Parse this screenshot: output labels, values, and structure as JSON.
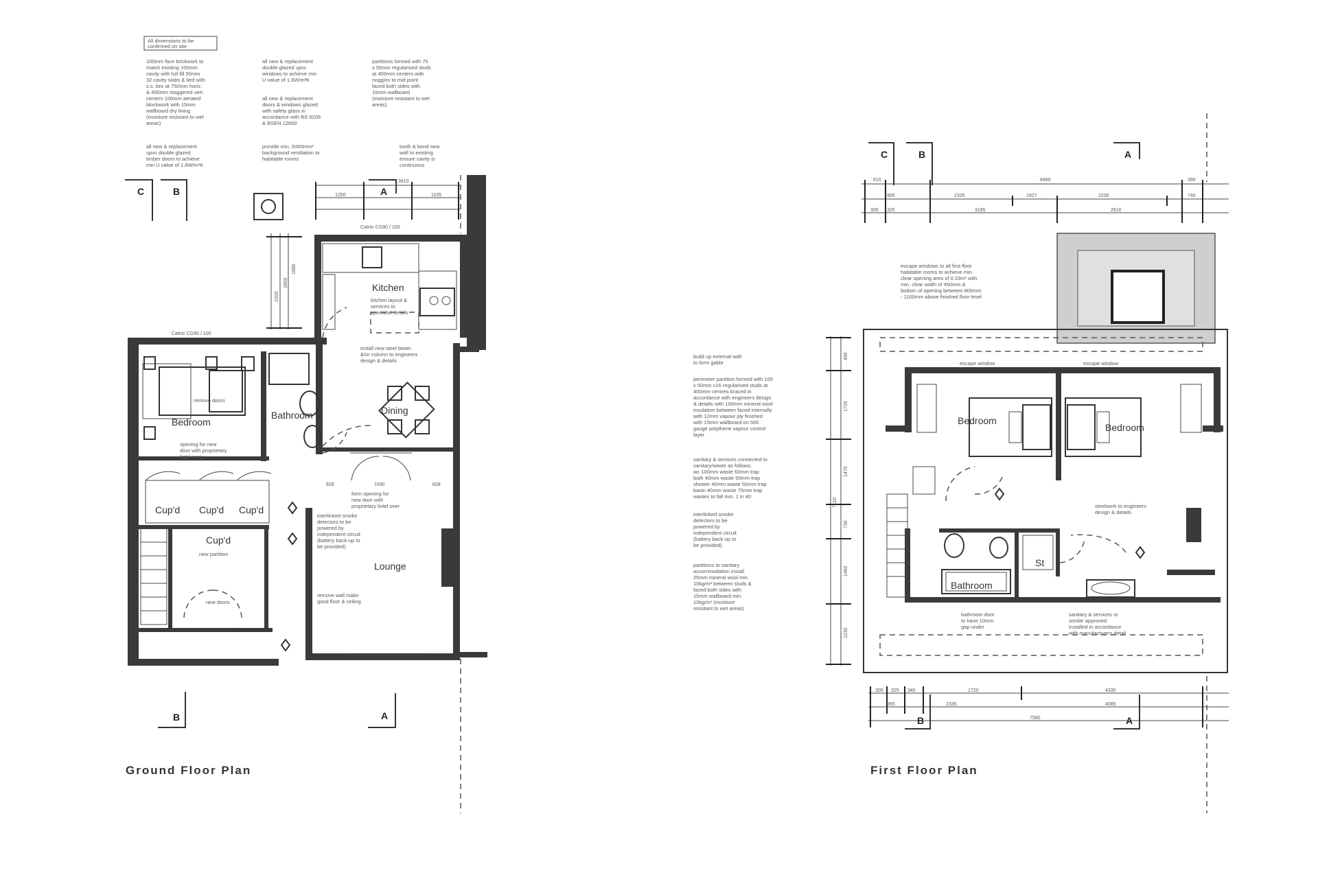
{
  "ground": {
    "title": "Ground Floor Plan",
    "notes": {
      "dimensions_box": [
        "All dimensions to be",
        "confirmed on site"
      ],
      "note1": [
        "100mm face brickwork to",
        "match existing 100mm",
        "cavity with full fill 50mm",
        "32 cavity slabs & tied with",
        "s.s. ties at 750mm horiz.",
        "& 450mm staggered vert.",
        "centers 100mm aerated",
        "blockwork with 15mm",
        "wallboard dry lining",
        "(moisture resistant to wet",
        "areas)"
      ],
      "note2": [
        "all new & replacement",
        "upvc double glazed",
        "timber doors to achieve",
        "min U value of 1.8W/m²K"
      ],
      "note3": [
        "all new & replacement",
        "double glazed upvc",
        "windows to achieve min",
        "U value of 1.6W/m²K"
      ],
      "note4": [
        "all new & replacement",
        "doors & windows glazed",
        "with safety glass in",
        "accordance with BS 6206",
        "& BSEN 12600"
      ],
      "note5": [
        "provide min. 5000mm²",
        "background ventilation to",
        "habitable rooms"
      ],
      "note6": [
        "partitions formed with 75",
        "x 50mm regularised studs",
        "at 400mm centers with",
        "noggins to mid point",
        "faced both sides with",
        "15mm wallboard",
        "(moisture resistant to wet",
        "areas)"
      ],
      "note7": [
        "tooth & bond new",
        "wall to existing",
        "ensure cavity is",
        "continuous"
      ],
      "lintel_kitchen": "Catnic CG90 / 100",
      "lintel_bed": "Catnic CG90 / 100",
      "kitchen_note": [
        "kitchen layout &",
        "services to",
        "specialist details"
      ],
      "steel_note": [
        "install new steel beam",
        "&/or column to engineers",
        "design & details"
      ],
      "opening_note": [
        "opening for new",
        "door with proprietary",
        "lintel over"
      ],
      "opening2_note": [
        "form opening for",
        "new door with",
        "proprietary lintel over"
      ],
      "smoke_note": [
        "interlinked smoke",
        "detectors to be",
        "powered by",
        "independent circuit",
        "(battery back-up to",
        "be provided)"
      ],
      "remove_note": [
        "remove wall make",
        "good floor & ceiling"
      ],
      "new_partition": "new partition",
      "new_doors": "new doors",
      "remove_bed": "remove doors"
    },
    "rooms": {
      "kitchen": "Kitchen",
      "dining": "Dining",
      "bedroom": "Bedroom",
      "bathroom": "Bathroom",
      "lounge": "Lounge",
      "cupd1": "Cup'd",
      "cupd2": "Cup'd",
      "cupd3": "Cup'd",
      "cupd4": "Cup'd"
    },
    "dims": [
      "3810",
      "1250",
      "1105",
      "2850",
      "1880",
      "2200",
      "828",
      "1590",
      "828"
    ],
    "sections": {
      "a_top": "A",
      "b_top": "B",
      "c_top": "C",
      "a_bot": "A",
      "b_bot": "B"
    }
  },
  "first": {
    "title": "First Floor Plan",
    "notes": {
      "escape_note": [
        "escape windows to all first floor",
        "habitable rooms to achieve min.",
        "clear opening area of 0.33m² with",
        "min. clear width of 450mm &",
        "bottom of opening between 800mm",
        "- 1100mm above finished floor level"
      ],
      "gable_note": [
        "build up external wall",
        "to form gable"
      ],
      "partition_note": [
        "perimeter partition formed with 100",
        "x 50mm c16 regularised studs at",
        "400mm centres braced in",
        "accordance with engineers design",
        "& details with 100mm mineral wool",
        "insulation between faced internally",
        "with 12mm vapour ply finished",
        "with 15mm wallboard on 500",
        "gauge polythene vapour control",
        "layer"
      ],
      "sanitary_note": [
        "sanitary & services connected to",
        "sanitary/waste as follows:",
        "wc 100mm waste 60mm trap",
        "bath 40mm waste 50mm trap",
        "shower 40mm waste 50mm trap",
        "basin 40mm waste 75mm trap",
        "wastes to fall min. 1 in 40"
      ],
      "smoke_note": [
        "interlinked smoke",
        "detectors to be",
        "powered by",
        "independent circuit",
        "(battery back-up to",
        "be provided)"
      ],
      "sound_note": [
        "partitions to sanitary",
        "accommodation install",
        "25mm mineral wool min",
        "10kg/m³ between studs &",
        "faced both sides with",
        "15mm wallboard min.",
        "10kg/m³ (moisture",
        "resistant to wet areas)"
      ],
      "escape_window": "escape window",
      "escape_window2": "escape window",
      "engineer_note": [
        "steelwork to engineers",
        "design & details"
      ],
      "bath_note": [
        "bathroom door",
        "to have 10mm",
        "gap under"
      ],
      "approved_note": [
        "sanitary & services or",
        "similar approved",
        "installed in accordance",
        "with manufacturers detail"
      ]
    },
    "rooms": {
      "bedroom1": "Bedroom",
      "bedroom2": "Bedroom",
      "bathroom": "Bathroom",
      "store": "St"
    },
    "dims_top": [
      "610",
      "6480",
      "390",
      "905",
      "2335",
      "1927",
      "2230",
      "740",
      "305",
      "325",
      "3165",
      "2610"
    ],
    "dims_bot": [
      "305",
      "325",
      "340",
      "1720",
      "4335",
      "965",
      "2335",
      "4085",
      "7580"
    ],
    "dims_side": [
      "490",
      "1720",
      "1470",
      "730",
      "1460",
      "1230",
      "7110"
    ],
    "sections": {
      "a_top": "A",
      "b_top": "B",
      "c_top": "C",
      "a_bot": "A",
      "b_bot": "B"
    }
  }
}
